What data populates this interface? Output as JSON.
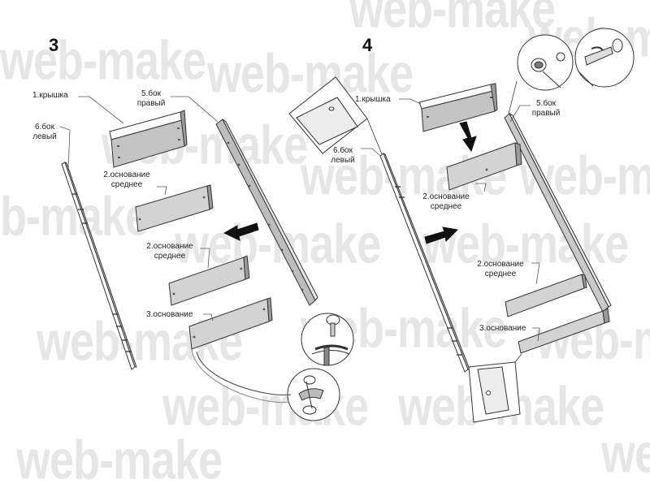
{
  "watermark": "web-make",
  "steps": {
    "left": "3",
    "right": "4"
  },
  "labels": {
    "left": {
      "lid": "1.крышка",
      "right_side_1": "5.бок",
      "right_side_2": "правый",
      "left_side_1": "6.бок",
      "left_side_2": "левый",
      "middle_a_1": "2.основание",
      "middle_a_2": "среднее",
      "middle_b_1": "2.основание",
      "middle_b_2": "среднее",
      "base": "3.основание"
    },
    "right": {
      "lid": "1.крышка",
      "right_side_1": "5.бок",
      "right_side_2": "правый",
      "left_side_1": "6.бок",
      "left_side_2": "левый",
      "middle_a_1": "2.основание",
      "middle_a_2": "среднее",
      "middle_b_1": "2.основание",
      "middle_b_2": "среднее",
      "base": "3.основание"
    }
  }
}
